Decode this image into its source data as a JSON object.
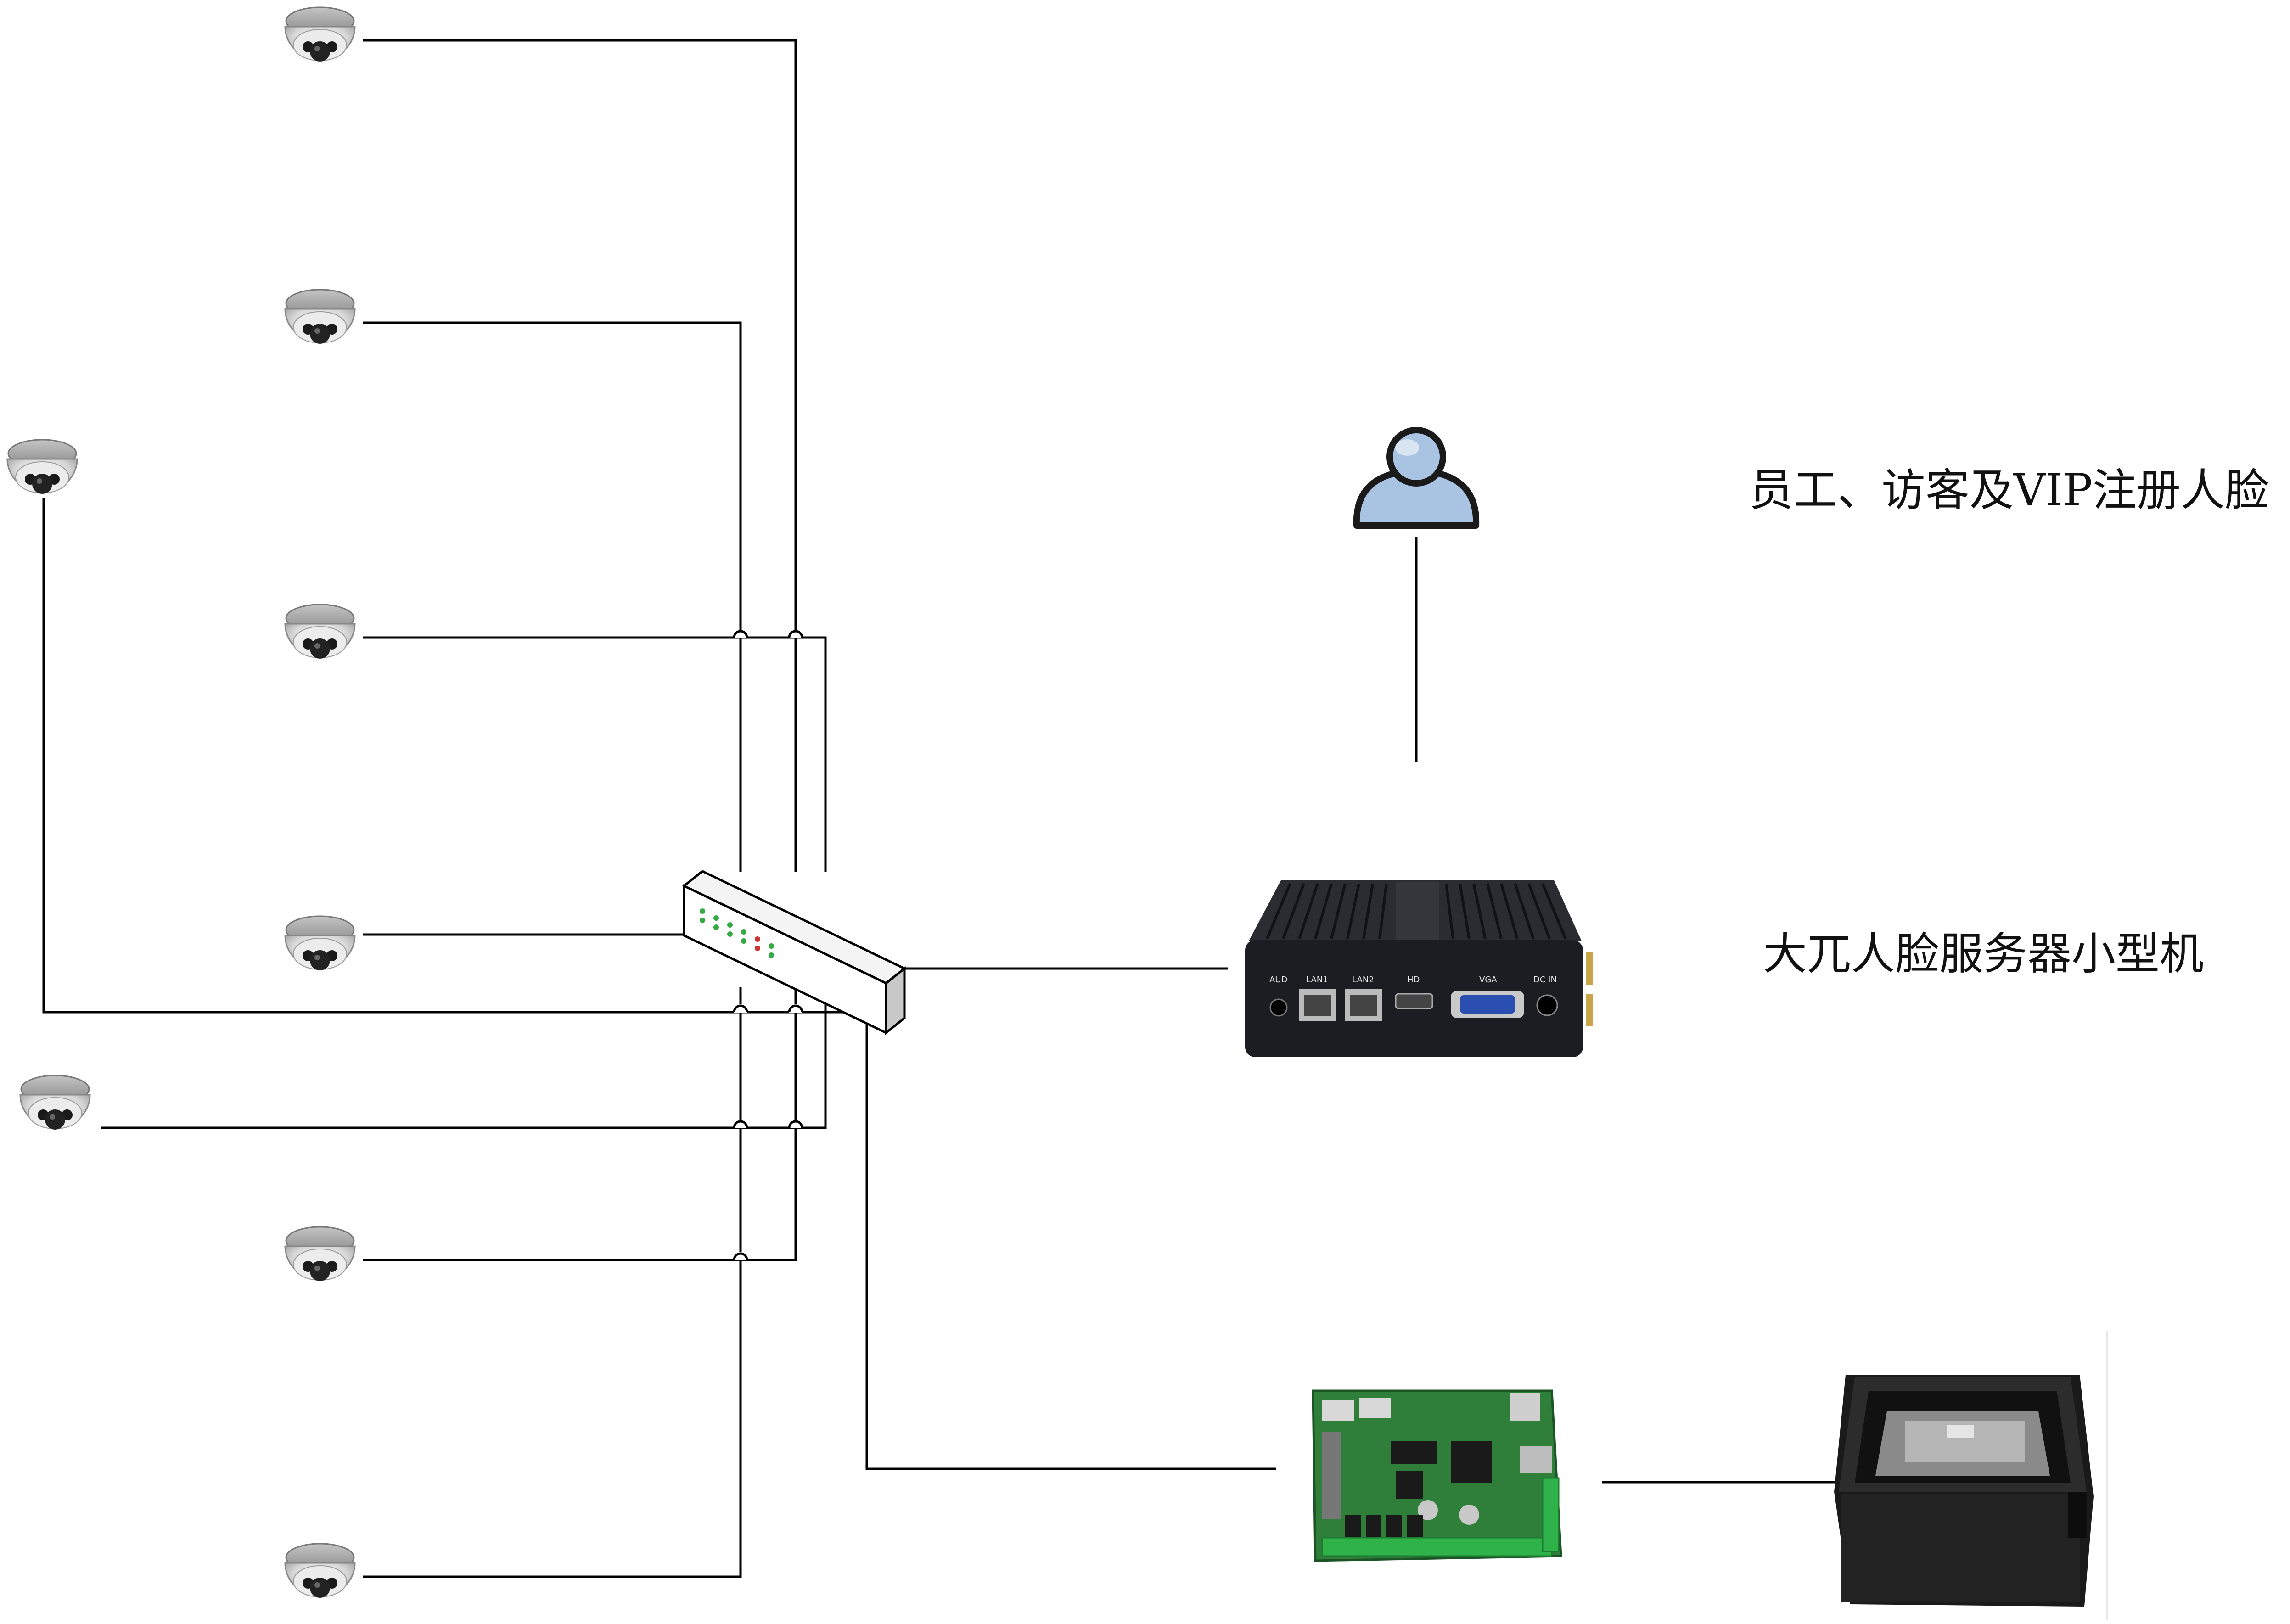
{
  "labels": {
    "registration": "员工、访客及VIP注册人脸",
    "server": "大兀人脸服务器小型机"
  },
  "server_ports": {
    "aud": "AUD",
    "lan1": "LAN1",
    "lan2": "LAN2",
    "hd": "HD",
    "vga": "VGA",
    "dc_in": "DC IN"
  },
  "icons": {
    "camera": "dome-camera-icon",
    "user": "user-icon",
    "switch": "network-switch-icon",
    "server": "mini-pc-server-icon",
    "controller": "access-control-board-icon",
    "scanner": "qr-code-scanner-icon"
  },
  "colors": {
    "line": "#000000",
    "user_fill": "#a9c3e3",
    "server_body": "#1c1d22",
    "pcb": "#2f7f3a",
    "terminal": "#2fb24a",
    "scanner": "#1a1a1a"
  }
}
